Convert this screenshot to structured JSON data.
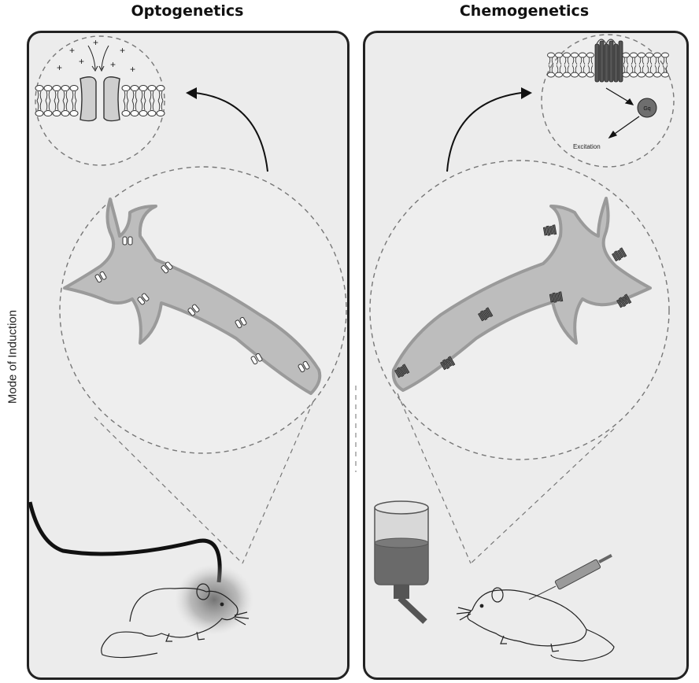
{
  "titles": {
    "left": "Optogenetics",
    "right": "Chemogenetics"
  },
  "side_label": "Mode of Induction",
  "left_panel": {
    "ions": "+",
    "channel_icon": "opsin-channel-icon",
    "animal_icon": "mouse-with-optical-fiber-icon"
  },
  "right_panel": {
    "receptor_icon": "dreadd-receptor-icon",
    "g_protein_label": "Gq",
    "effect_label": "Excitation",
    "animal_icon": "mouse-with-syringe-icon",
    "drinking_bottle_icon": "water-bottle-icon"
  },
  "colors": {
    "panel_bg": "#ececec",
    "neuron_fill": "#bdbdbd",
    "neuron_stroke": "#9a9a9a",
    "receptor_fill": "#555555",
    "border": "#222222"
  }
}
